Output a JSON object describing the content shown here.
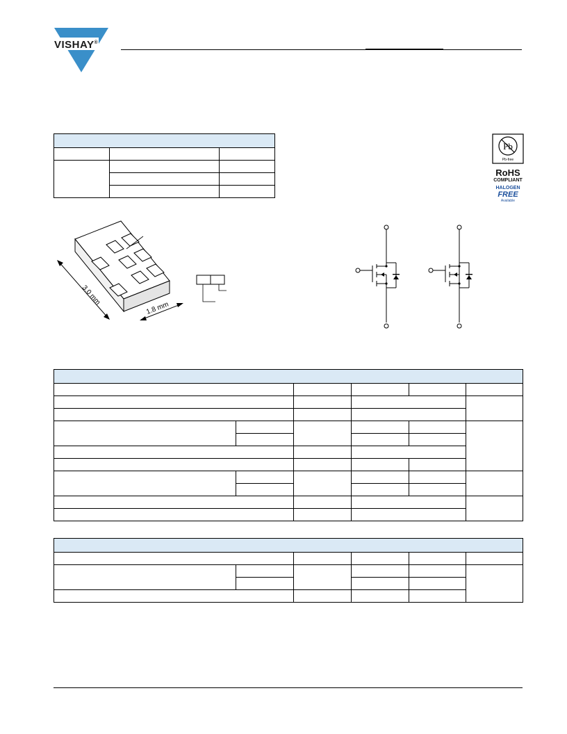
{
  "header": {
    "brand": "VISHAY",
    "brand_mark": "®",
    "logo_color": "#3a8fc9"
  },
  "badges": {
    "pb_free": "Pb-free",
    "pb_symbol": "Pb",
    "rohs": "RoHS",
    "compliant": "COMPLIANT",
    "halogen": "HALOGEN",
    "free": "FREE",
    "available": "Available"
  },
  "package": {
    "dim_length": "3.0 mm",
    "dim_width": "1.8 mm"
  },
  "colors": {
    "table_header": "#dae9f5",
    "badge_blue": "#1b4f9c"
  }
}
